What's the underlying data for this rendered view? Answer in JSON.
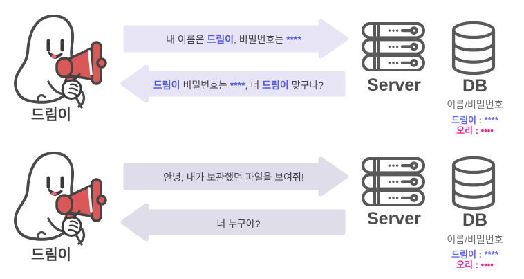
{
  "palette": {
    "arrow_top": "#e6e4f5",
    "arrow_bottom": "#dedde9",
    "text_dark": "#3f3f48",
    "accent_blue": "#5559e0",
    "cred_blue": "#6367f2",
    "cred_pink": "#f0288f",
    "megaphone_red": "#db5858",
    "icon_gray": "#595959",
    "label_gray": "#6d6d6d"
  },
  "sections": [
    {
      "actor_label": "드림이",
      "request_segments": [
        {
          "t": "내 이름은 ",
          "c": "dark"
        },
        {
          "t": "드림이",
          "c": "blue"
        },
        {
          "t": ", 비밀번호는 ",
          "c": "dark"
        },
        {
          "t": "****",
          "c": "blue"
        }
      ],
      "response_segments": [
        {
          "t": "드림이",
          "c": "blue"
        },
        {
          "t": " 비밀번호는 ",
          "c": "dark"
        },
        {
          "t": "****",
          "c": "blue"
        },
        {
          "t": ", 너 ",
          "c": "dark"
        },
        {
          "t": "드림이",
          "c": "blue"
        },
        {
          "t": " 맞구나?",
          "c": "dark"
        }
      ],
      "server_label": "Server",
      "db_label": "DB",
      "db_subtitle": "이름/비밀번호",
      "db_records": [
        {
          "text": "드림이 : ****",
          "color": "blue"
        },
        {
          "text": "오리 : ••••",
          "color": "pink"
        }
      ]
    },
    {
      "actor_label": "드림이",
      "request_segments": [
        {
          "t": "안녕, 내가 보관했던 파일을 보여줘!",
          "c": "dark"
        }
      ],
      "response_segments": [
        {
          "t": "너 누구야?",
          "c": "dark"
        }
      ],
      "server_label": "Server",
      "db_label": "DB",
      "db_subtitle": "이름/비밀번호",
      "db_records": [
        {
          "text": "드림이 : ****",
          "color": "blue"
        },
        {
          "text": "오리 : ••••",
          "color": "pink"
        }
      ]
    }
  ]
}
